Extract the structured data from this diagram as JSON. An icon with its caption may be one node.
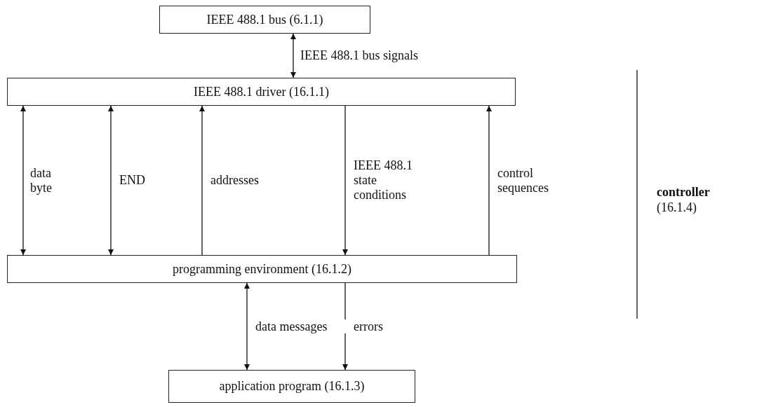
{
  "diagram": {
    "nodes": [
      {
        "text": [
          "IEEE 488.1 bus (6.1.1)"
        ]
      },
      {
        "text": [
          "IEEE 488.1 driver (16.1.1)"
        ]
      },
      {
        "text": [
          "programming environment (16.1.2)"
        ]
      },
      {
        "text": [
          "application program (16.1.3)"
        ]
      }
    ],
    "edges": [
      {
        "from": 0,
        "to": 1,
        "arrow": "both",
        "label": "IEEE 488.1 bus signals"
      },
      {
        "from": 1,
        "to": 2,
        "arrow": "both",
        "label": "data byte"
      },
      {
        "from": 1,
        "to": 2,
        "arrow": "both",
        "label": "END"
      },
      {
        "from": 2,
        "to": 1,
        "arrow": "to",
        "label": "addresses"
      },
      {
        "from": 1,
        "to": 2,
        "arrow": "to",
        "label": "IEEE 488.1 state conditions"
      },
      {
        "from": 2,
        "to": 1,
        "arrow": "to",
        "label": "control sequences"
      },
      {
        "from": 2,
        "to": 3,
        "arrow": "both",
        "label": "data messages"
      },
      {
        "from": 2,
        "to": 3,
        "arrow": "to",
        "label": "errors"
      }
    ],
    "labels": [
      "controller",
      "(16.1.4)"
    ]
  }
}
